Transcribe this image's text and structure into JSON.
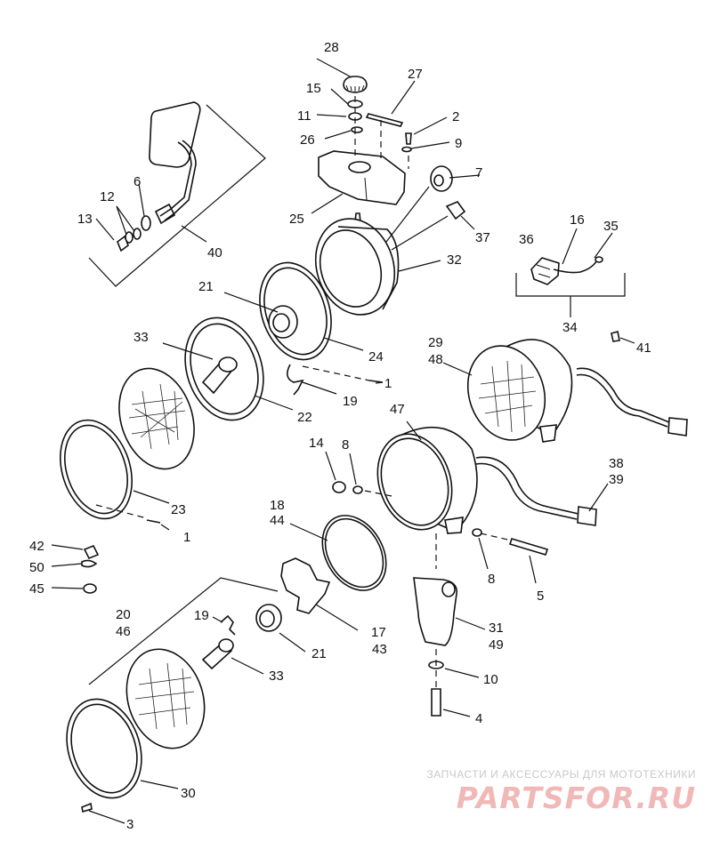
{
  "callouts": {
    "n1a": "1",
    "n1b": "1",
    "n2": "2",
    "n3": "3",
    "n4": "4",
    "n5": "5",
    "n6": "6",
    "n7": "7",
    "n8a": "8",
    "n8b": "8",
    "n9": "9",
    "n10": "10",
    "n11": "11",
    "n12": "12",
    "n13": "13",
    "n14": "14",
    "n15": "15",
    "n16": "16",
    "n17_43": [
      "17",
      "43"
    ],
    "n18_44": [
      "18",
      "44"
    ],
    "n19a": "19",
    "n19b": "19",
    "n20_46": [
      "20",
      "46"
    ],
    "n21a": "21",
    "n21b": "21",
    "n22": "22",
    "n23": "23",
    "n24": "24",
    "n25": "25",
    "n26": "26",
    "n27": "27",
    "n28": "28",
    "n29_48": [
      "29",
      "48"
    ],
    "n30": "30",
    "n31_49": [
      "31",
      "49"
    ],
    "n32": "32",
    "n33a": "33",
    "n33b": "33",
    "n34": "34",
    "n35": "35",
    "n36": "36",
    "n37": "37",
    "n38_39": [
      "38",
      "39"
    ],
    "n40": "40",
    "n41": "41",
    "n42": "42",
    "n45": "45",
    "n47": "47",
    "n50": "50"
  },
  "watermark": {
    "tagline": "ЗАПЧАСТИ И АКСЕССУАРЫ ДЛЯ МОТОТЕХНИКИ",
    "logo": "PARTSFOR.RU"
  }
}
